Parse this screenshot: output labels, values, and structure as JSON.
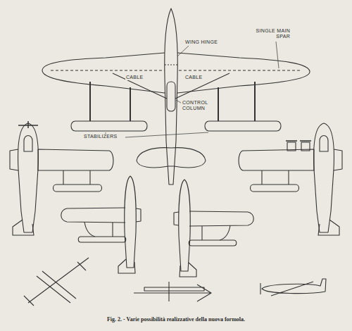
{
  "diagram": {
    "caption": "Fig. 2. - Varie possibilità realizzative della nuova formola.",
    "labels": [
      "SINGLE MAIN SPAR",
      "WING HINGE",
      "CABLE",
      "CABLE",
      "CONTROL COLUMN",
      "STABILIZERS"
    ]
  }
}
